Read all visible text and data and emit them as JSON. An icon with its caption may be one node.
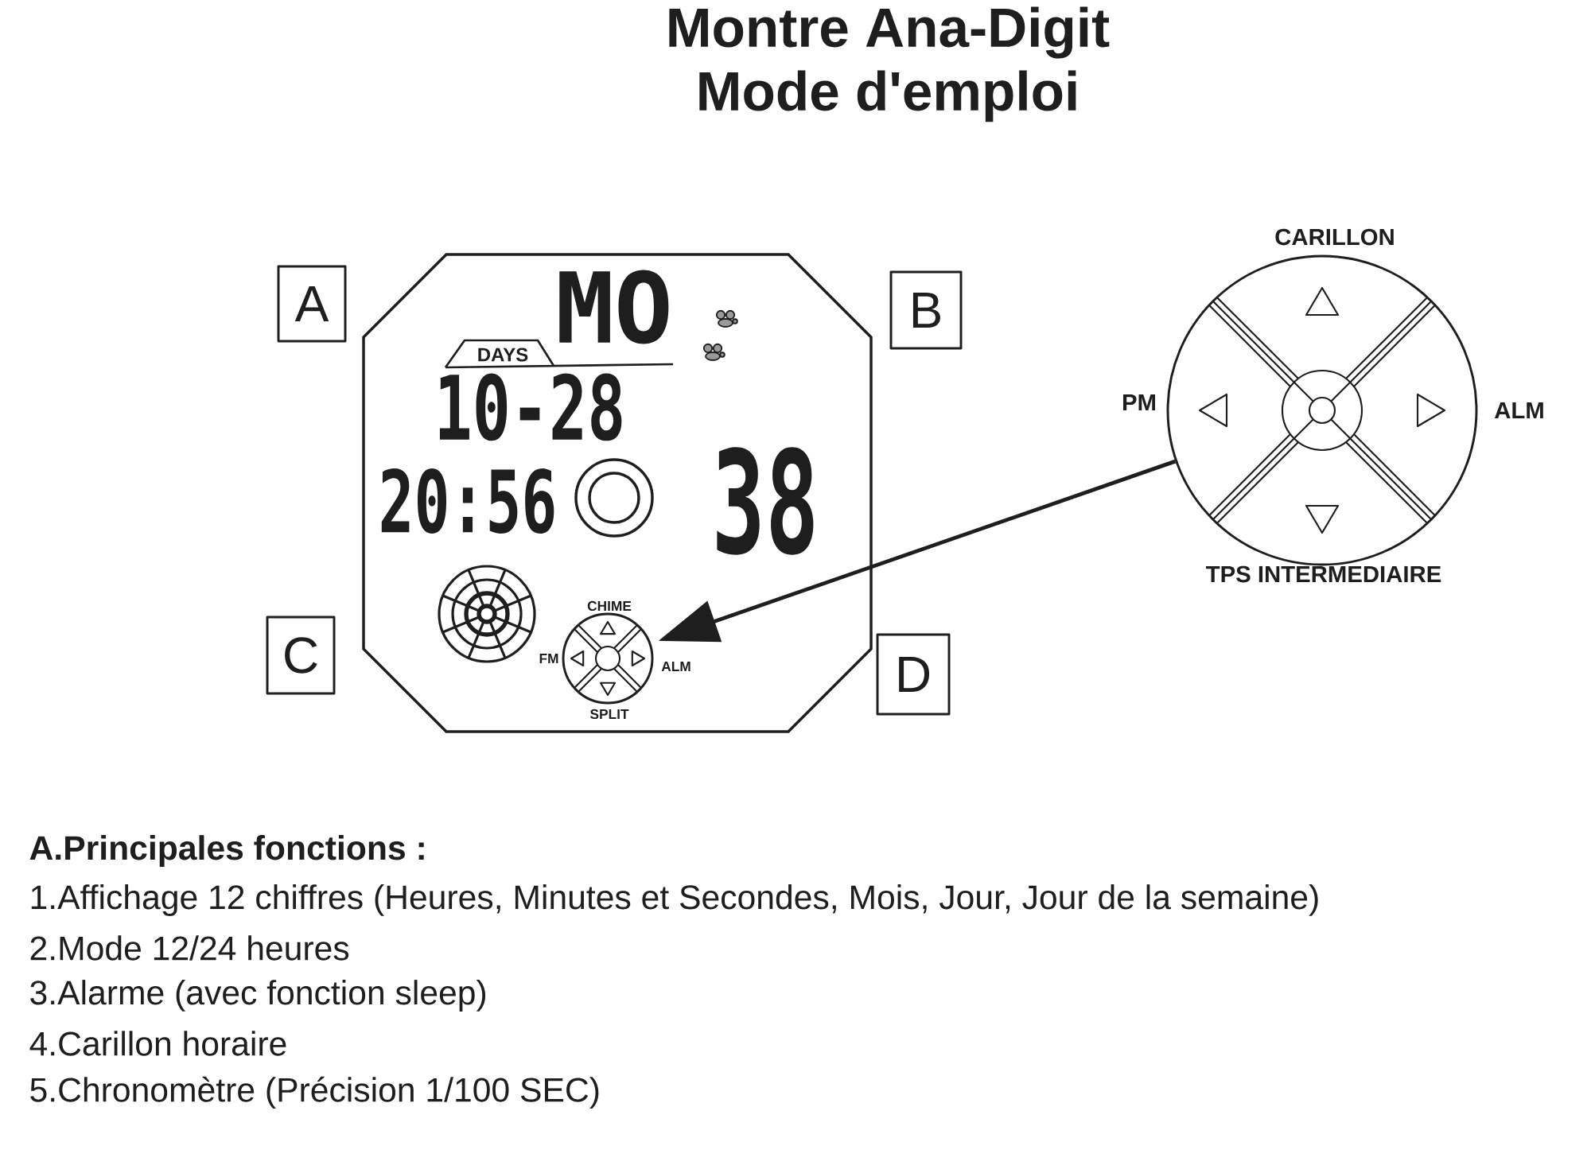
{
  "diagram": {
    "title": "Montre Ana-Digit Mode d'emploi",
    "nodes": [
      {
        "text": [
          "MO",
          "DAYS",
          "10-28",
          "20:56",
          "38"
        ]
      },
      {
        "text": [
          "A"
        ]
      },
      {
        "text": [
          "B"
        ]
      },
      {
        "text": [
          "C"
        ]
      },
      {
        "text": [
          "D"
        ]
      },
      {
        "text": [],
        "shape": "circle",
        "in": 0,
        "beside": [
          "CHIME",
          "FM",
          "ALM",
          "SPLIT"
        ]
      },
      {
        "text": [],
        "shape": "circle",
        "beside": [
          "CARILLON",
          "PM",
          "ALM",
          "TPS INTERMEDIAIRE"
        ]
      }
    ],
    "edges": [
      {
        "from": 6,
        "to": 5,
        "arrow": "to"
      }
    ],
    "labels": [
      "A.Principales fonctions :",
      "1.Affichage 12 chiffres (Heures, Minutes et Secondes, Mois, Jour, Jour de la semaine)",
      "2.Mode 12/24 heures",
      "3.Alarme (avec fonction sleep)",
      "4.Carillon horaire",
      "5.Chronomètre (Précision 1/100 SEC)"
    ]
  }
}
